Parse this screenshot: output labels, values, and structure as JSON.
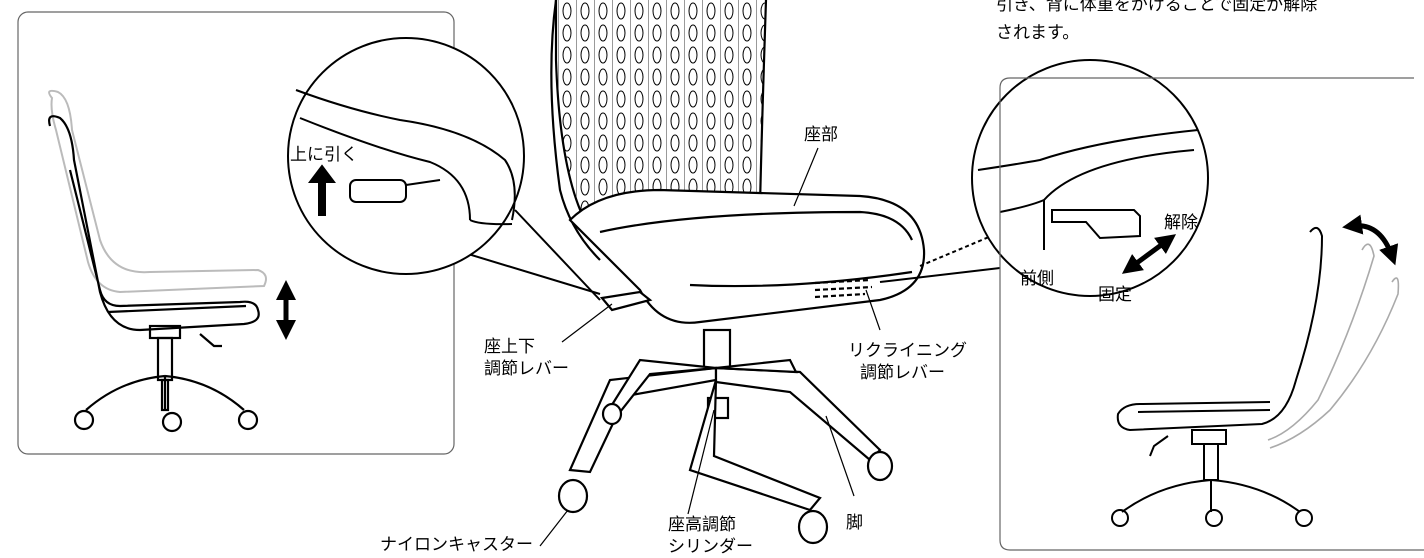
{
  "note": {
    "line1": "引き、背に体重をかけることで固定が解除",
    "line2": "されます。"
  },
  "labels": {
    "seat": "座部",
    "pull_up": "上に引く",
    "seat_height_lever_l1": "座上下",
    "seat_height_lever_l2": "調節レバー",
    "reclining_lever_l1": "リクライニング",
    "reclining_lever_l2": "調節レバー",
    "caster": "ナイロンキャスター",
    "cylinder_l1": "座高調節",
    "cylinder_l2": "シリンダー",
    "leg": "脚",
    "release": "解除",
    "lock": "固定",
    "front_side": "前側"
  }
}
